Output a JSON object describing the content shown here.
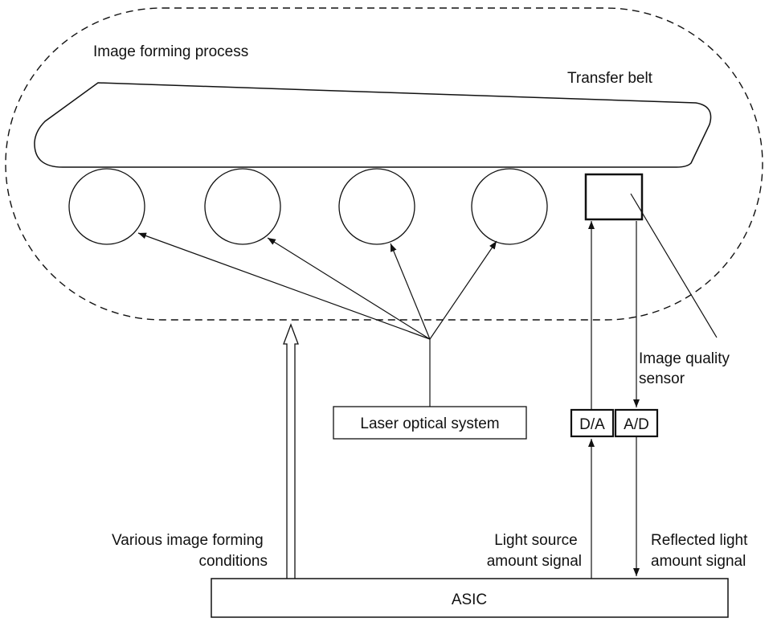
{
  "diagram": {
    "process_label": "Image forming process",
    "belt_label": "Transfer belt",
    "sensor_label": [
      "Image quality",
      "sensor"
    ],
    "laser_label": "Laser optical system",
    "da_label": "D/A",
    "ad_label": "A/D",
    "conditions_label": [
      "Various image forming",
      "conditions"
    ],
    "light_source_label": [
      "Light source",
      "amount signal"
    ],
    "reflected_label": [
      "Reflected light",
      "amount signal"
    ],
    "asic_label": "ASIC"
  }
}
